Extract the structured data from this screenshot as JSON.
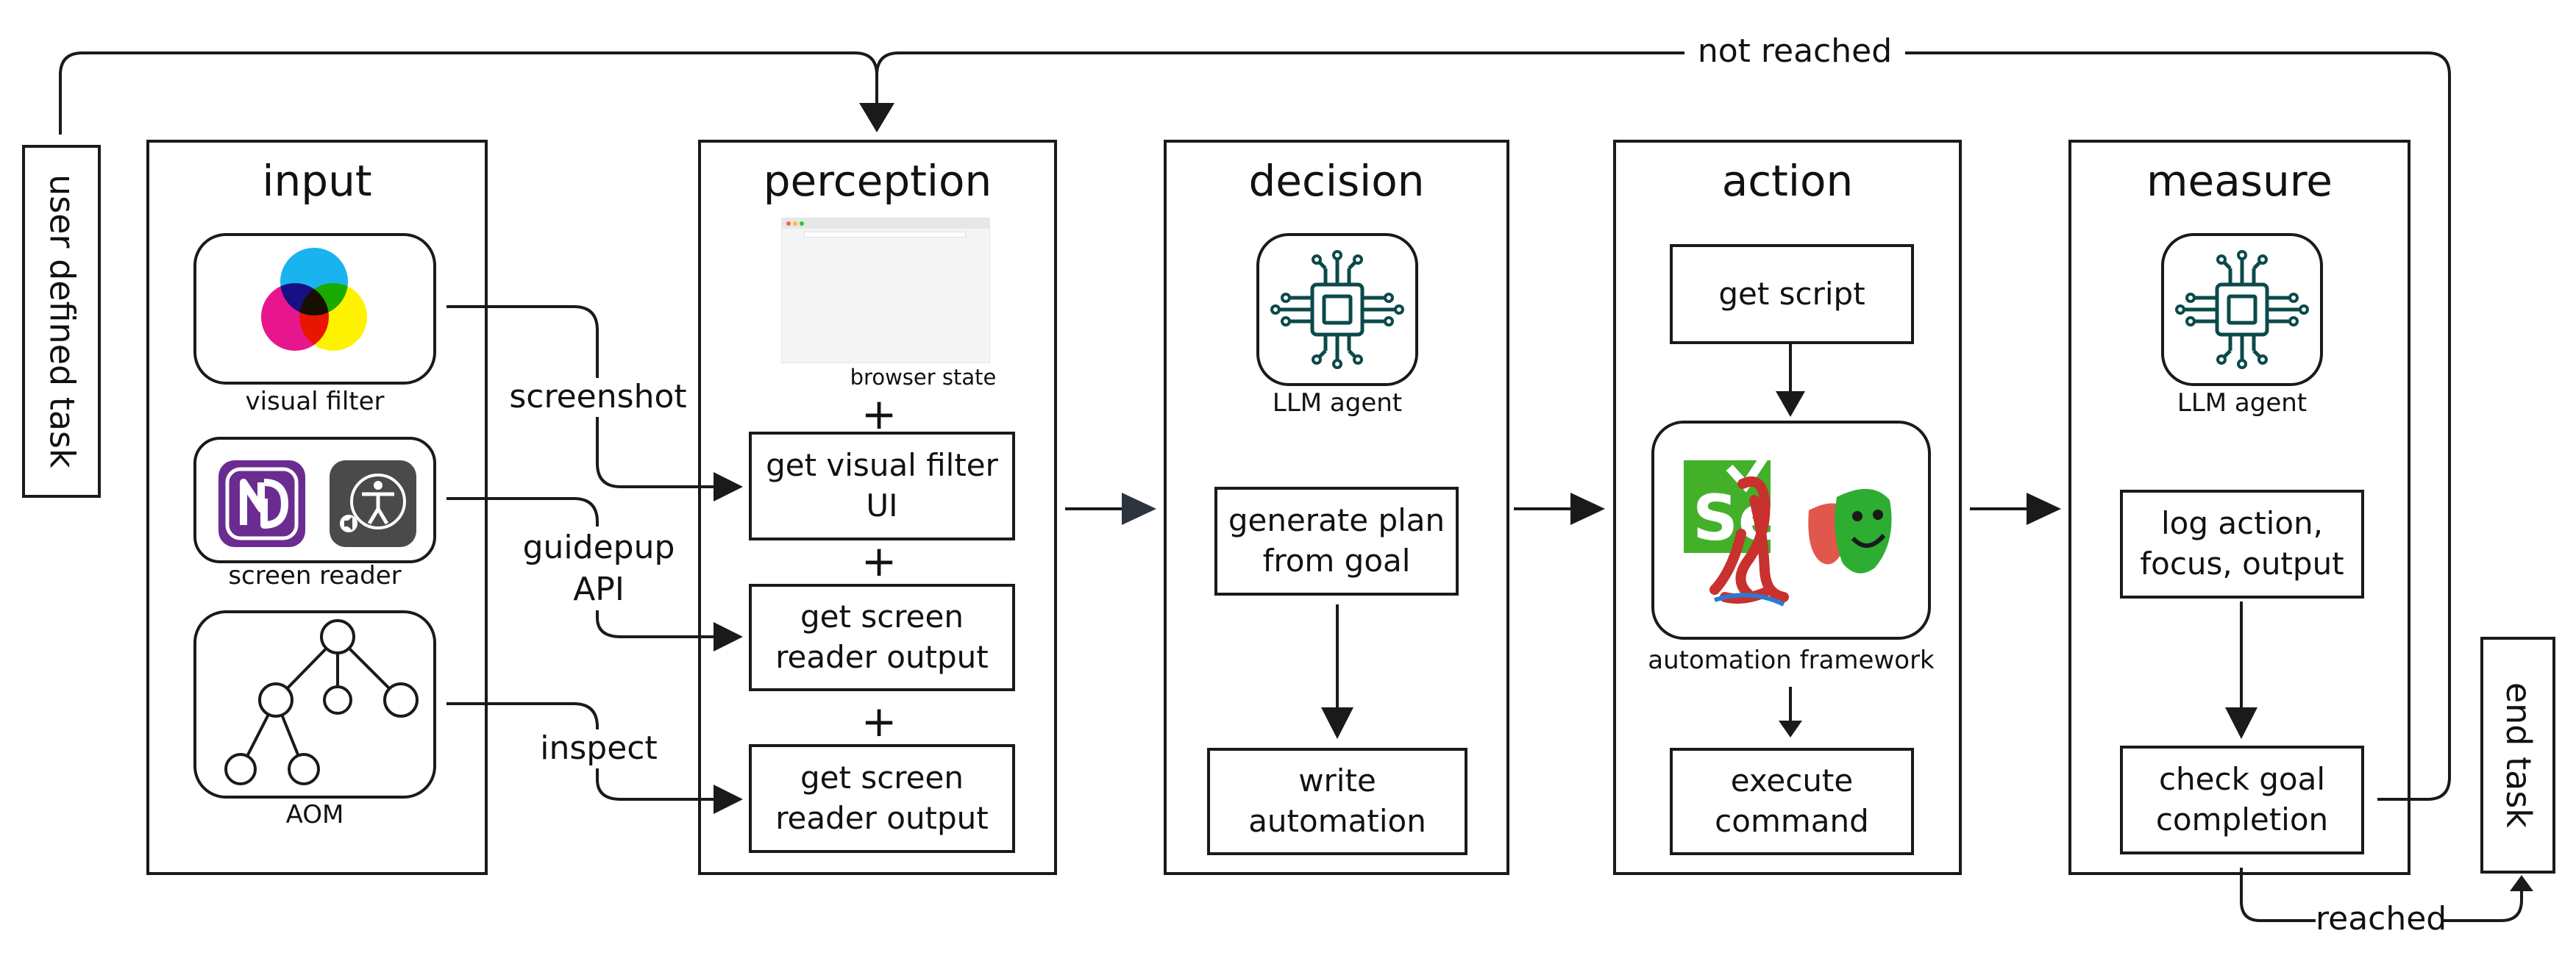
{
  "task": {
    "start": "user defined task",
    "end": "end task"
  },
  "stages": {
    "input": {
      "title": "input",
      "items": [
        {
          "caption": "visual filter",
          "icon": "color-circles-icon",
          "edge_label": "screenshot"
        },
        {
          "caption": "screen reader",
          "icons": [
            "nvda-icon",
            "voiceover-accessibility-icon"
          ],
          "edge_label": "guidepup\nAPI"
        },
        {
          "caption": "AOM",
          "icon": "tree-graph-icon",
          "edge_label": "inspect"
        }
      ]
    },
    "perception": {
      "title": "perception",
      "browser_caption": "browser state",
      "plus": "+",
      "steps": [
        "get visual filter\nUI",
        "get screen\nreader output",
        "get screen\nreader output"
      ]
    },
    "decision": {
      "title": "decision",
      "agent_caption": "LLM agent",
      "steps": [
        "generate plan\nfrom goal",
        "write\nautomation"
      ]
    },
    "action": {
      "title": "action",
      "steps": [
        "get script",
        "execute\ncommand"
      ],
      "framework_caption": "automation framework"
    },
    "measure": {
      "title": "measure",
      "agent_caption": "LLM agent",
      "steps": [
        "log action,\nfocus, output",
        "check goal\ncompletion"
      ]
    }
  },
  "loop": {
    "not_reached": "not reached",
    "reached": "reached"
  },
  "colors": {
    "stroke": "#1a1a1a",
    "cyan": "#19b4f0",
    "magenta": "#e8168c",
    "yellow": "#fff200",
    "nvda_purple": "#6a2c91",
    "voiceover_gray": "#4a4a4a",
    "chip_teal": "#0c4a4a",
    "selenium_green": "#43b02a",
    "octopus_red": "#c8312e",
    "playwright_red": "#e2574c",
    "playwright_green": "#2ead33",
    "arrow_mid": "#2c3440"
  }
}
